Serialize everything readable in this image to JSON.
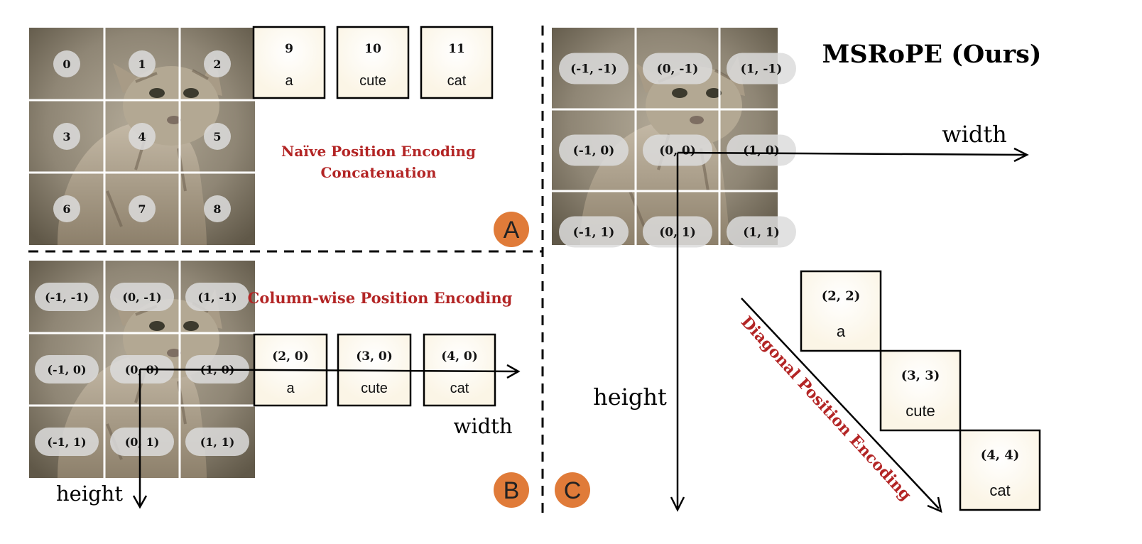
{
  "colors": {
    "accent_red": "#b32525",
    "badge_orange": "#e07b39",
    "token_fill": "#fdfaf3",
    "pill_fill": "#dcdcdc"
  },
  "panel_a": {
    "badge": "A",
    "title_line1": "Naïve Position Encoding",
    "title_line2": "Concatenation",
    "patch_labels": [
      "0",
      "1",
      "2",
      "3",
      "4",
      "5",
      "6",
      "7",
      "8"
    ],
    "tokens": [
      {
        "pos": "9",
        "word": "a"
      },
      {
        "pos": "10",
        "word": "cute"
      },
      {
        "pos": "11",
        "word": "cat"
      }
    ]
  },
  "panel_b": {
    "badge": "B",
    "title": "Column-wise Position Encoding",
    "patch_labels": [
      "(-1, -1)",
      "(0, -1)",
      "(1, -1)",
      "(-1, 0)",
      "(0, 0)",
      "(1, 0)",
      "(-1, 1)",
      "(0, 1)",
      "(1, 1)"
    ],
    "tokens": [
      {
        "pos": "(2, 0)",
        "word": "a"
      },
      {
        "pos": "(3, 0)",
        "word": "cute"
      },
      {
        "pos": "(4, 0)",
        "word": "cat"
      }
    ],
    "width_label": "width",
    "height_label": "height"
  },
  "panel_c": {
    "badge": "C",
    "title": "MSRoPE (Ours)",
    "diagonal_label": "Diagonal Position Encoding",
    "patch_labels": [
      "(-1, -1)",
      "(0, -1)",
      "(1, -1)",
      "(-1, 0)",
      "(0, 0)",
      "(1, 0)",
      "(-1, 1)",
      "(0, 1)",
      "(1, 1)"
    ],
    "tokens": [
      {
        "pos": "(2, 2)",
        "word": "a"
      },
      {
        "pos": "(3, 3)",
        "word": "cute"
      },
      {
        "pos": "(4, 4)",
        "word": "cat"
      }
    ],
    "width_label": "width",
    "height_label": "height"
  }
}
